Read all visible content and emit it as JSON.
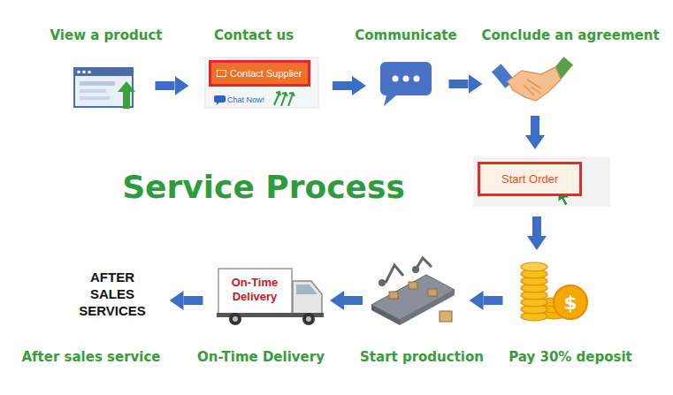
{
  "diagram": {
    "title": "Service Process",
    "nodes": [
      {
        "text": [
          "View a product"
        ]
      },
      {
        "text": [
          "Contact us",
          "Contact Supplier",
          "Chat Now!"
        ]
      },
      {
        "text": [
          "Communicate"
        ]
      },
      {
        "text": [
          "Conclude an agreement"
        ]
      },
      {
        "text": [
          "Start Order"
        ]
      },
      {
        "text": [
          "Pay 30% deposit",
          "$"
        ]
      },
      {
        "text": [
          "Start production"
        ]
      },
      {
        "text": [
          "On-Time Delivery",
          "On-Time Delivery"
        ]
      },
      {
        "text": [
          "After sales service",
          "AFTER SALES SERVICES"
        ]
      }
    ],
    "edges": [
      {
        "from": 0,
        "to": 1,
        "arrow": "to"
      },
      {
        "from": 1,
        "to": 2,
        "arrow": "to"
      },
      {
        "from": 2,
        "to": 3,
        "arrow": "to"
      },
      {
        "from": 3,
        "to": 4,
        "arrow": "to"
      },
      {
        "from": 4,
        "to": 5,
        "arrow": "to"
      },
      {
        "from": 5,
        "to": 6,
        "arrow": "to"
      },
      {
        "from": 6,
        "to": 7,
        "arrow": "to"
      },
      {
        "from": 7,
        "to": 8,
        "arrow": "to"
      }
    ]
  }
}
